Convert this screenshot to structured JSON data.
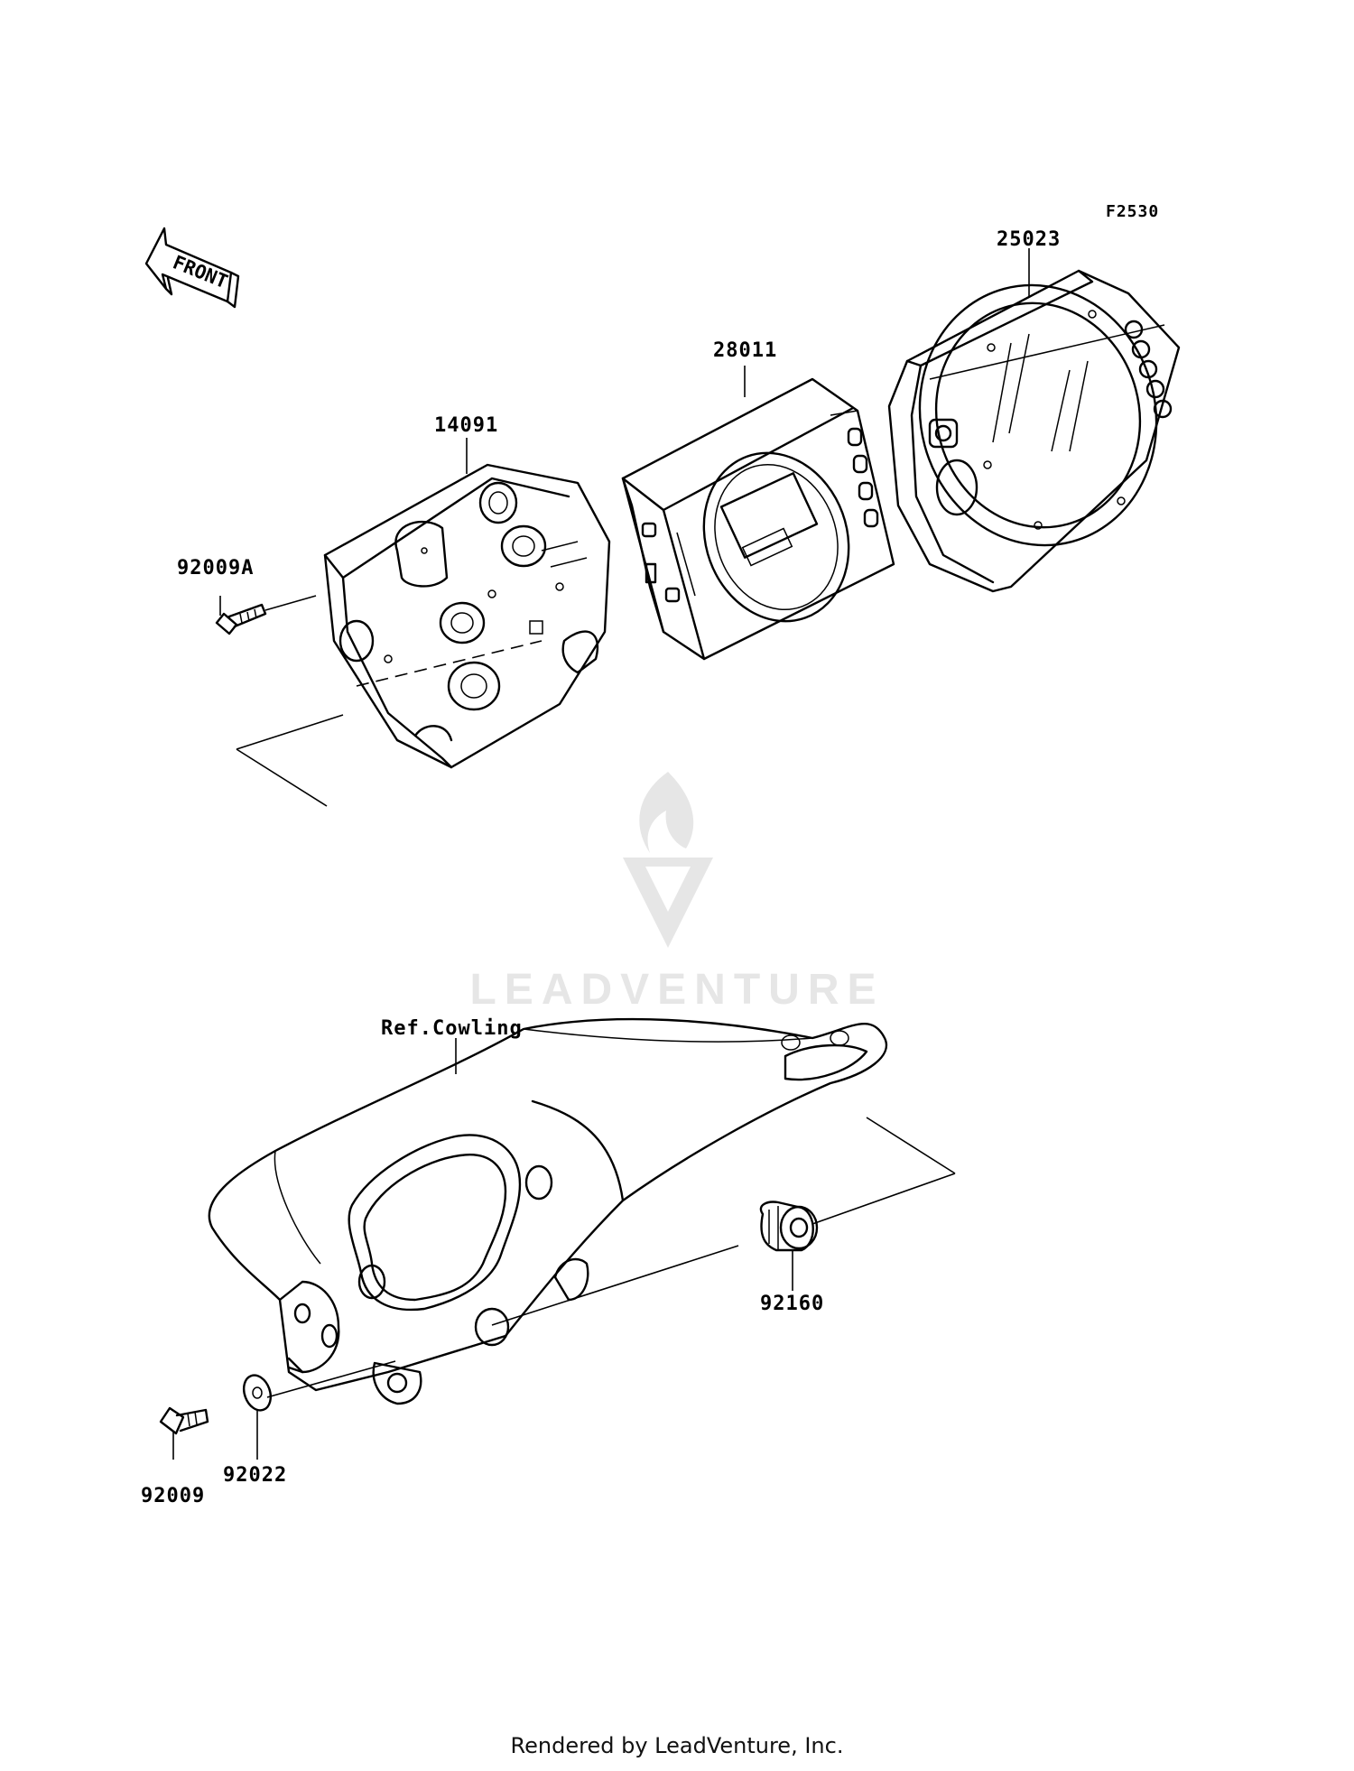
{
  "figure_id": "F2530",
  "direction_label": "FRONT",
  "watermark": "LEADVENTURE",
  "parts": [
    {
      "id": "25023",
      "label": "25023"
    },
    {
      "id": "28011",
      "label": "28011"
    },
    {
      "id": "14091",
      "label": "14091"
    },
    {
      "id": "92009A",
      "label": "92009A"
    },
    {
      "id": "ref-cowling",
      "label": "Ref.Cowling"
    },
    {
      "id": "92160",
      "label": "92160"
    },
    {
      "id": "92009",
      "label": "92009"
    },
    {
      "id": "92022",
      "label": "92022"
    }
  ],
  "footer": "Rendered by LeadVenture, Inc."
}
